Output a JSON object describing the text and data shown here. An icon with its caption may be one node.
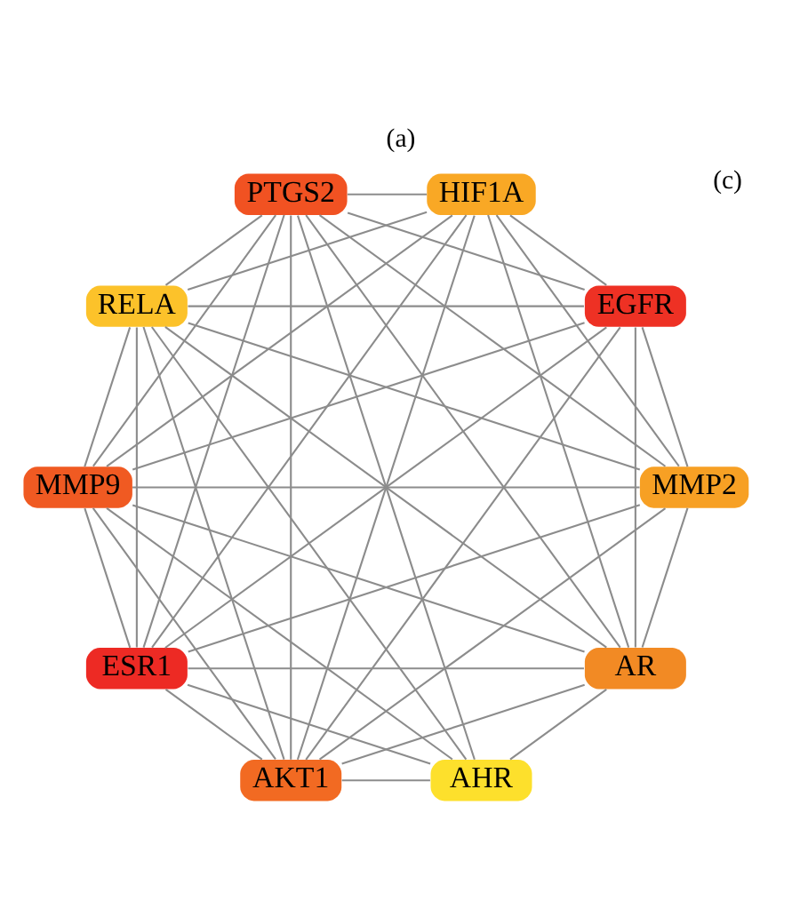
{
  "diagram": {
    "title": "(a)",
    "caption": "(c)",
    "nodes": [
      {
        "text": [
          "MMP2"
        ]
      },
      {
        "text": [
          "AR"
        ]
      },
      {
        "text": [
          "EGFR"
        ]
      },
      {
        "text": [
          "ESR1"
        ]
      },
      {
        "text": [
          "AKT1"
        ]
      },
      {
        "text": [
          "AHR"
        ]
      },
      {
        "text": [
          "HIF1A"
        ]
      },
      {
        "text": [
          "MMP9"
        ]
      },
      {
        "text": [
          "RELA"
        ]
      },
      {
        "text": [
          "PTGS2"
        ]
      }
    ],
    "edges": [
      {
        "from": 0,
        "to": 1,
        "arrow": "none"
      },
      {
        "from": 0,
        "to": 2,
        "arrow": "none"
      },
      {
        "from": 0,
        "to": 3,
        "arrow": "none"
      },
      {
        "from": 0,
        "to": 4,
        "arrow": "none"
      },
      {
        "from": 0,
        "to": 6,
        "arrow": "none"
      },
      {
        "from": 0,
        "to": 7,
        "arrow": "none"
      },
      {
        "from": 0,
        "to": 8,
        "arrow": "none"
      },
      {
        "from": 0,
        "to": 9,
        "arrow": "none"
      },
      {
        "from": 1,
        "to": 2,
        "arrow": "none"
      },
      {
        "from": 1,
        "to": 3,
        "arrow": "none"
      },
      {
        "from": 1,
        "to": 4,
        "arrow": "none"
      },
      {
        "from": 1,
        "to": 5,
        "arrow": "none"
      },
      {
        "from": 1,
        "to": 6,
        "arrow": "none"
      },
      {
        "from": 1,
        "to": 7,
        "arrow": "none"
      },
      {
        "from": 1,
        "to": 8,
        "arrow": "none"
      },
      {
        "from": 1,
        "to": 9,
        "arrow": "none"
      },
      {
        "from": 2,
        "to": 3,
        "arrow": "none"
      },
      {
        "from": 2,
        "to": 4,
        "arrow": "none"
      },
      {
        "from": 2,
        "to": 6,
        "arrow": "none"
      },
      {
        "from": 2,
        "to": 7,
        "arrow": "none"
      },
      {
        "from": 2,
        "to": 8,
        "arrow": "none"
      },
      {
        "from": 2,
        "to": 9,
        "arrow": "none"
      },
      {
        "from": 3,
        "to": 4,
        "arrow": "none"
      },
      {
        "from": 3,
        "to": 5,
        "arrow": "none"
      },
      {
        "from": 3,
        "to": 6,
        "arrow": "none"
      },
      {
        "from": 3,
        "to": 7,
        "arrow": "none"
      },
      {
        "from": 3,
        "to": 8,
        "arrow": "none"
      },
      {
        "from": 3,
        "to": 9,
        "arrow": "none"
      },
      {
        "from": 4,
        "to": 5,
        "arrow": "none"
      },
      {
        "from": 4,
        "to": 6,
        "arrow": "none"
      },
      {
        "from": 4,
        "to": 7,
        "arrow": "none"
      },
      {
        "from": 4,
        "to": 8,
        "arrow": "none"
      },
      {
        "from": 4,
        "to": 9,
        "arrow": "none"
      },
      {
        "from": 5,
        "to": 7,
        "arrow": "none"
      },
      {
        "from": 5,
        "to": 8,
        "arrow": "none"
      },
      {
        "from": 5,
        "to": 9,
        "arrow": "none"
      },
      {
        "from": 6,
        "to": 7,
        "arrow": "none"
      },
      {
        "from": 6,
        "to": 8,
        "arrow": "none"
      },
      {
        "from": 6,
        "to": 9,
        "arrow": "none"
      },
      {
        "from": 7,
        "to": 8,
        "arrow": "none"
      },
      {
        "from": 7,
        "to": 9,
        "arrow": "none"
      },
      {
        "from": 8,
        "to": 9,
        "arrow": "none"
      }
    ]
  }
}
